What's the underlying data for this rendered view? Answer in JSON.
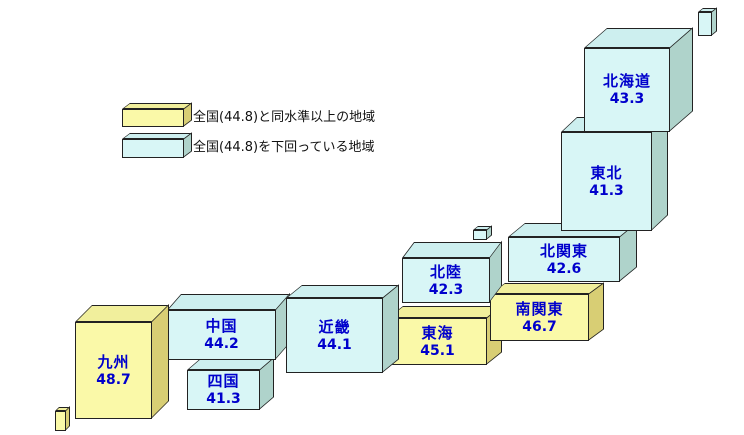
{
  "colors": {
    "above_front": "#FAF9A8",
    "above_top": "#F1EF9C",
    "above_side": "#D8CE74",
    "below_front": "#D8F6F6",
    "below_top": "#CDEFEF",
    "below_side": "#AFD3CB",
    "label_text": "#0000CC",
    "border": "#222222"
  },
  "legend": {
    "items": [
      {
        "label": "全国(44.8)と同水準以上の地域",
        "band": "above"
      },
      {
        "label": "全国(44.8)を下回っている地域",
        "band": "below"
      }
    ]
  },
  "map": {
    "regions": [
      {
        "id": "hokkaido",
        "name": "北海道",
        "value": "43.3",
        "band": "below"
      },
      {
        "id": "tohoku",
        "name": "東北",
        "value": "41.3",
        "band": "below"
      },
      {
        "id": "kitakanto",
        "name": "北関東",
        "value": "42.6",
        "band": "below"
      },
      {
        "id": "minamikanto",
        "name": "南関東",
        "value": "46.7",
        "band": "above"
      },
      {
        "id": "hokuriku",
        "name": "北陸",
        "value": "42.3",
        "band": "below"
      },
      {
        "id": "tokai",
        "name": "東海",
        "value": "45.1",
        "band": "above"
      },
      {
        "id": "kinki",
        "name": "近畿",
        "value": "44.1",
        "band": "below"
      },
      {
        "id": "chugoku",
        "name": "中国",
        "value": "44.2",
        "band": "below"
      },
      {
        "id": "shikoku",
        "name": "四国",
        "value": "41.3",
        "band": "below"
      },
      {
        "id": "kyushu",
        "name": "九州",
        "value": "48.7",
        "band": "above"
      }
    ],
    "islands": [
      {
        "id": "island-northeast",
        "band": "below"
      },
      {
        "id": "island-sado",
        "band": "below"
      },
      {
        "id": "island-okinawa",
        "band": "above"
      }
    ]
  },
  "chart_data": {
    "type": "heatmap",
    "layout": "japan-cartogram-3d-blocks",
    "title": "",
    "categories": [
      "北海道",
      "東北",
      "北関東",
      "南関東",
      "北陸",
      "東海",
      "近畿",
      "中国",
      "四国",
      "九州"
    ],
    "values": [
      43.3,
      41.3,
      42.6,
      46.7,
      42.3,
      45.1,
      44.1,
      44.2,
      41.3,
      48.7
    ],
    "national_value": 44.8,
    "legend": [
      "全国(44.8)と同水準以上の地域",
      "全国(44.8)を下回っている地域"
    ],
    "legend_position": "upper-left",
    "band_rule": "above: value >= 44.8 (yellow), below: value < 44.8 (cyan)"
  }
}
